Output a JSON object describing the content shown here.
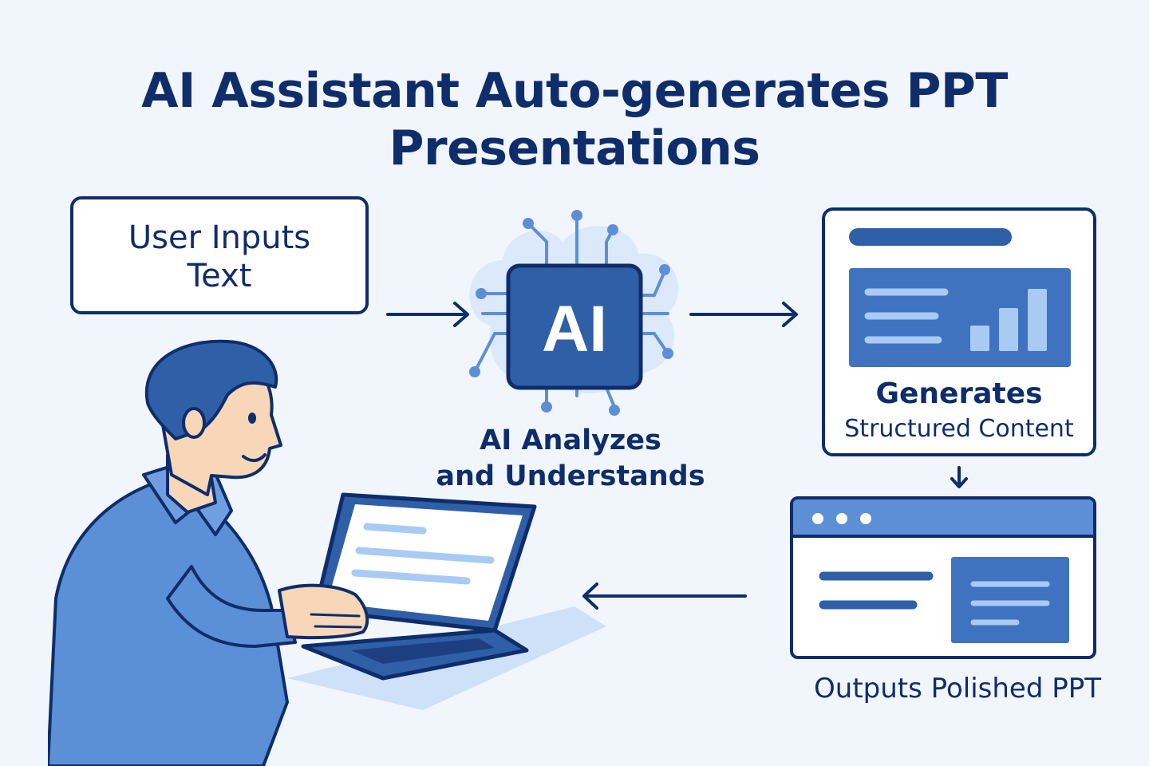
{
  "title": {
    "line1": "AI Assistant Auto-generates PPT",
    "line2": "Presentations"
  },
  "input_step": {
    "line1": "User Inputs",
    "line2": "Text"
  },
  "ai_step": {
    "chip_label": "AI",
    "caption_line1": "AI Analyzes",
    "caption_line2": "and Understands"
  },
  "generate_step": {
    "title": "Generates",
    "subtitle": "Structured Content"
  },
  "output_step": {
    "caption": "Outputs Polished PPT"
  },
  "colors": {
    "background": "#f1f6fd",
    "navy": "#0f2d6b",
    "blue": "#3f73bf",
    "light_blue": "#9cc3f0",
    "shirt": "#5b8fd6"
  }
}
